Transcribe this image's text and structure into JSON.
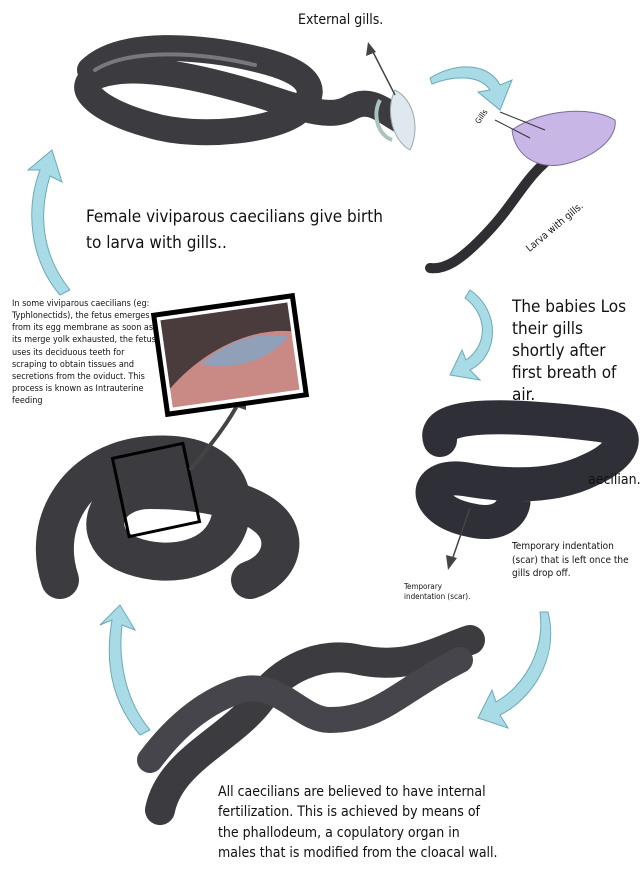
{
  "labels": {
    "external_gills": "External gills.",
    "gills": "Gills",
    "larva_with_gills": "Larva with gills.",
    "birth": "Female viviparous caecilians give birth to larva with gills..",
    "intrauterine": "In some viviparous caecilians (eg: Typhlonectids), the fetus emerges from its egg membrane as soon as its merge yolk exhausted, the fetus uses its deciduous teeth for scraping to obtain tissues and secretions from the oviduct. This process is known as Intrauterine feeding",
    "babies": "The babies Los their gills shortly after first breath of air.",
    "caecilian": "aecilian.",
    "scar_right": "Temporary indentation (scar) that is left  once the gills drop off.",
    "scar_left": "Temporary indentation (scar).",
    "fertilization": "All caecilians are believed to have internal fertilization. This is achieved by means of the phallodeum, a copulatory organ in males that is modified from the cloacal wall."
  },
  "colors": {
    "body": "#3b3b40",
    "cycle_arrow": "#a9dbe6",
    "gill_white": "#dfe8ee",
    "gill_purple": "#c7b6e6",
    "inset_tissue": "#c98a86"
  }
}
